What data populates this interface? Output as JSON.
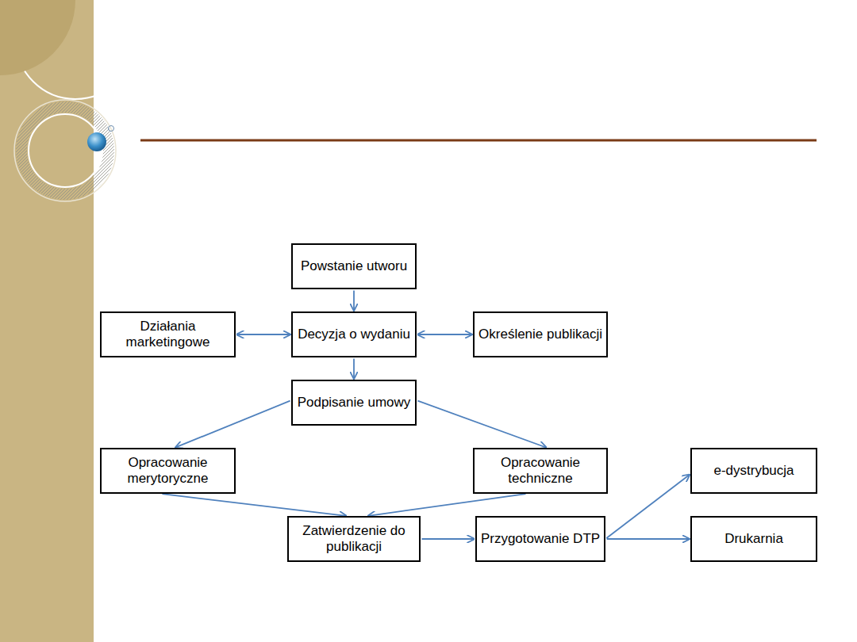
{
  "diagram": {
    "nodes": [
      {
        "text": [
          "Powstanie utworu"
        ]
      },
      {
        "text": [
          "Działania marketingowe"
        ]
      },
      {
        "text": [
          "Decyzja o wydaniu"
        ]
      },
      {
        "text": [
          "Określenie publikacji"
        ]
      },
      {
        "text": [
          "Podpisanie umowy"
        ]
      },
      {
        "text": [
          "Opracowanie merytoryczne"
        ]
      },
      {
        "text": [
          "Opracowanie techniczne"
        ]
      },
      {
        "text": [
          "e-dystrybucja"
        ]
      },
      {
        "text": [
          "Zatwierdzenie do publikacji"
        ]
      },
      {
        "text": [
          "Przygotowanie DTP"
        ]
      },
      {
        "text": [
          "Drukarnia"
        ]
      }
    ],
    "edges": [
      {
        "from": 0,
        "to": 2,
        "arrow": "to"
      },
      {
        "from": 1,
        "to": 2,
        "arrow": "both"
      },
      {
        "from": 2,
        "to": 3,
        "arrow": "both"
      },
      {
        "from": 2,
        "to": 4,
        "arrow": "to"
      },
      {
        "from": 4,
        "to": 5,
        "arrow": "to"
      },
      {
        "from": 4,
        "to": 6,
        "arrow": "to"
      },
      {
        "from": 5,
        "to": 8,
        "arrow": "to"
      },
      {
        "from": 6,
        "to": 8,
        "arrow": "to"
      },
      {
        "from": 8,
        "to": 9,
        "arrow": "to"
      },
      {
        "from": 9,
        "to": 7,
        "arrow": "to"
      },
      {
        "from": 9,
        "to": 10,
        "arrow": "to"
      }
    ]
  }
}
